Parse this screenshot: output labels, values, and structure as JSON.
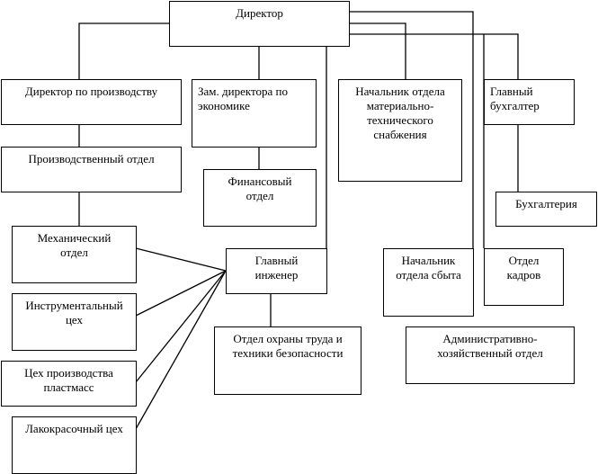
{
  "diagram": {
    "type": "org-chart",
    "nodes": {
      "director": "Директор",
      "production_director": "Директор по производству",
      "deputy_economics": "Зам. директора по\nэкономике",
      "head_mts": "Начальник отдела\nматериально-\nтехнического\nснабжения",
      "chief_accountant": "Главный\nбухгалтер",
      "production_dept": "Производственный отдел",
      "finance_dept": "Финансовый\nотдел",
      "accounting": "Бухгалтерия",
      "mechanical_dept": "Механический\nотдел",
      "tool_shop": "Инструментальный\nцех",
      "plastics_shop": "Цех производства\nпластмасс",
      "paint_shop": "Лакокрасочный цех",
      "chief_engineer": "Главный\nинженер",
      "labor_safety_dept": "Отдел охраны труда и\nтехники безопасности",
      "head_sales": "Начальник\nотдела сбыта",
      "hr_dept": "Отдел\nкадров",
      "admin_dept": "Административно-\nхозяйственный отдел"
    },
    "edges": [
      [
        "director",
        "production_director"
      ],
      [
        "director",
        "deputy_economics"
      ],
      [
        "director",
        "chief_engineer"
      ],
      [
        "director",
        "head_mts"
      ],
      [
        "director",
        "head_sales"
      ],
      [
        "director",
        "hr_dept"
      ],
      [
        "director",
        "chief_accountant"
      ],
      [
        "production_director",
        "production_dept"
      ],
      [
        "production_dept",
        "mechanical_dept"
      ],
      [
        "deputy_economics",
        "finance_dept"
      ],
      [
        "chief_accountant",
        "accounting"
      ],
      [
        "chief_engineer",
        "mechanical_dept"
      ],
      [
        "chief_engineer",
        "tool_shop"
      ],
      [
        "chief_engineer",
        "plastics_shop"
      ],
      [
        "chief_engineer",
        "paint_shop"
      ],
      [
        "chief_engineer",
        "labor_safety_dept"
      ]
    ]
  }
}
